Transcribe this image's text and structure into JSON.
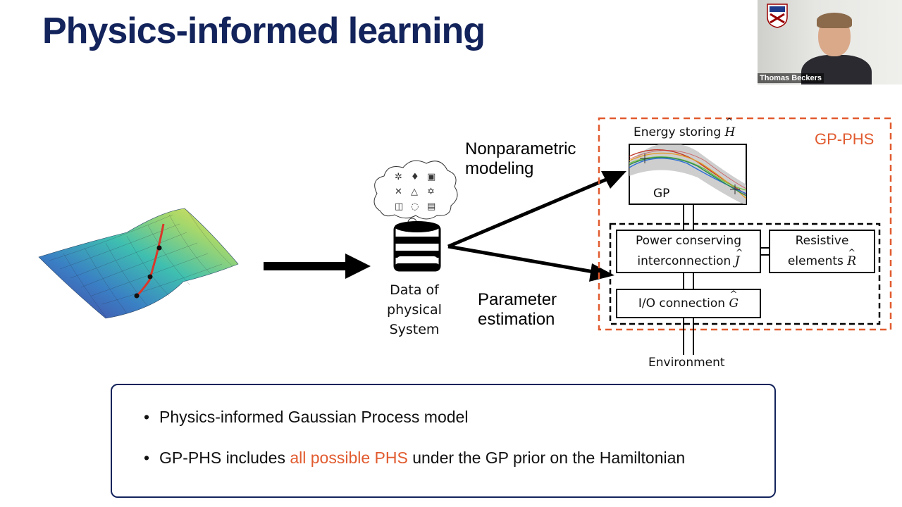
{
  "slide": {
    "title": "Physics-informed learning"
  },
  "video_tile": {
    "name": "Thomas Beckers"
  },
  "diagram": {
    "data_label_lines": [
      "Data of",
      "physical",
      "System"
    ],
    "nonparametric_label_lines": [
      "Nonparametric",
      "modeling"
    ],
    "parameter_label_lines": [
      "Parameter",
      "estimation"
    ],
    "gp_phs_label": "GP-PHS",
    "energy_box": {
      "title": "Energy storing",
      "symbol": "H",
      "gp_label": "GP"
    },
    "power_box": {
      "line1": "Power conserving",
      "line2": "interconnection",
      "symbol": "J"
    },
    "resistive_box": {
      "line1": "Resistive",
      "line2": "elements",
      "symbol": "R"
    },
    "io_box": {
      "text": "I/O connection",
      "symbol": "G"
    },
    "environment_label": "Environment"
  },
  "bullets": {
    "item1": "Physics-informed Gaussian Process model",
    "item2_before": "GP-PHS includes ",
    "item2_highlight": "all possible PHS",
    "item2_after": " under the GP prior on the Hamiltonian"
  },
  "colors": {
    "title": "#13235b",
    "accent": "#e15b2f",
    "box_border": "#13235b"
  }
}
